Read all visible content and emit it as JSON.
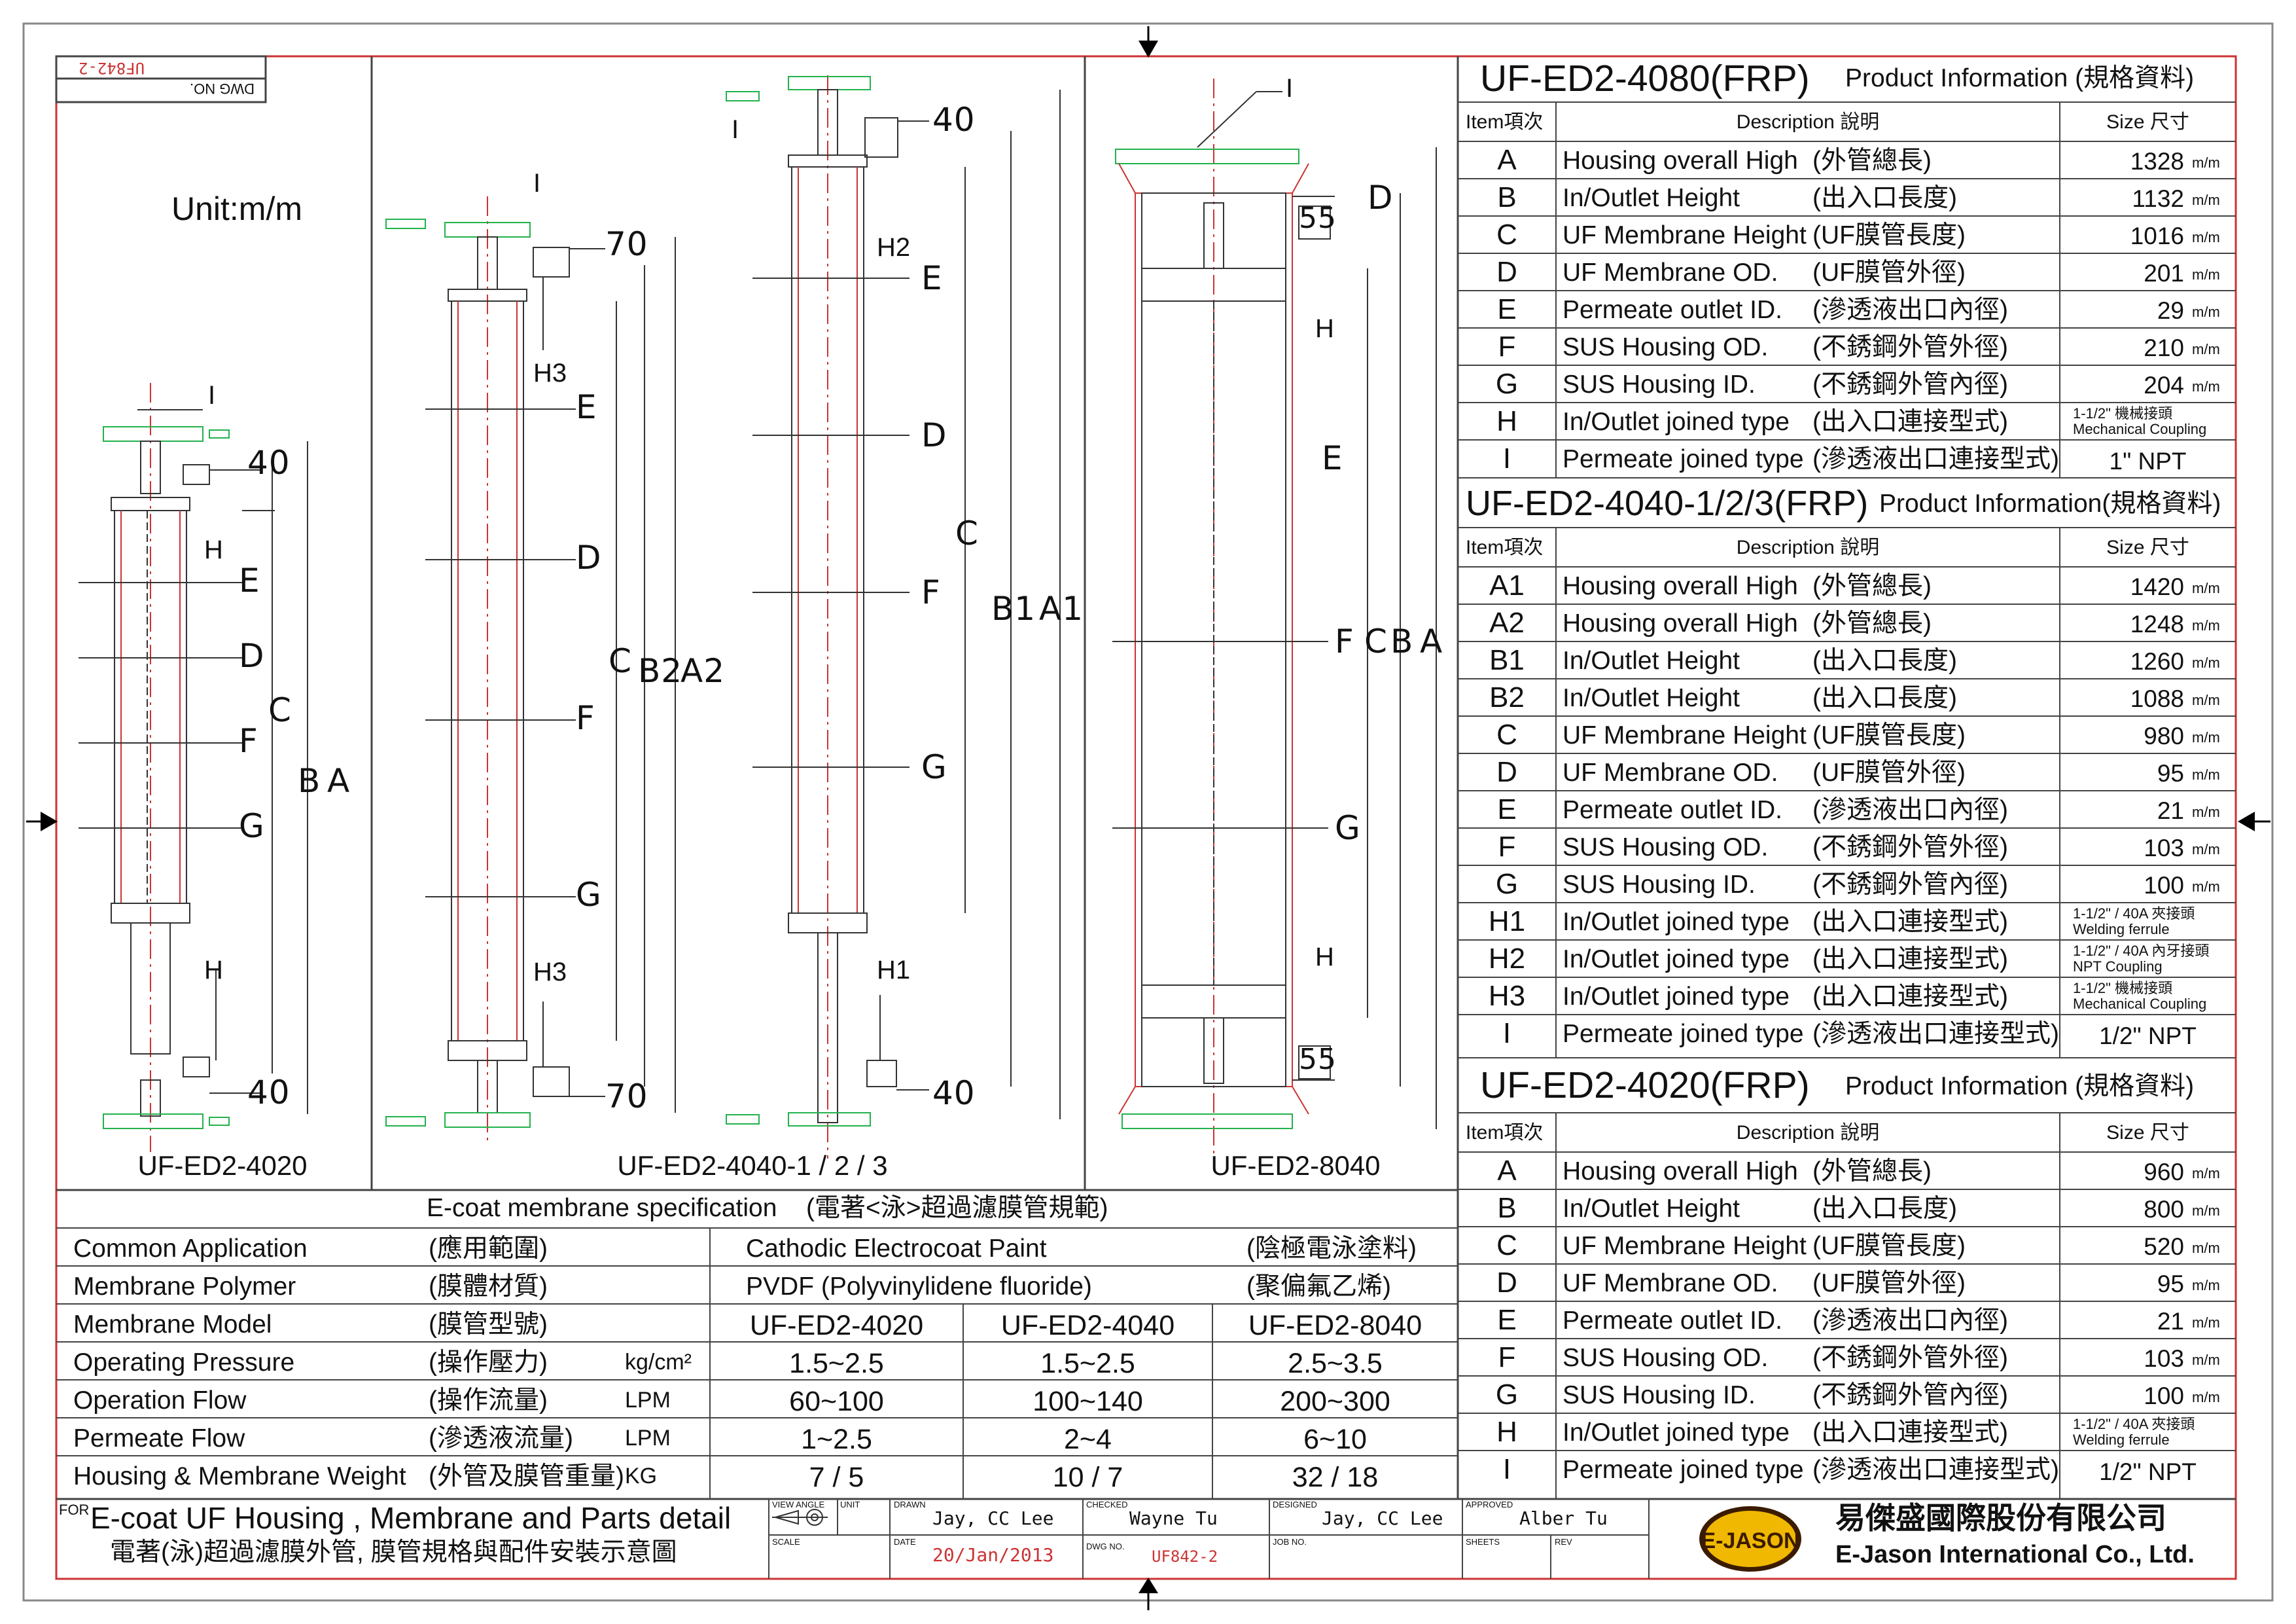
{
  "colors": {
    "frame": "#555555",
    "red": "#cc2222",
    "green": "#22b24c",
    "logo_bg": "#f0b800",
    "logo_ring": "#3b1b00"
  },
  "drawing": {
    "dwg_no_label": "DWG NO.",
    "dwg_no": "UF842-2",
    "unit": "Unit:m/m",
    "views": [
      {
        "name": "UF-ED2-4020",
        "dims": {
          "top": "40",
          "bottom": "40"
        },
        "labels": [
          "I",
          "H",
          "E",
          "D",
          "C",
          "F",
          "G",
          "H",
          "B",
          "A"
        ]
      },
      {
        "name": "UF-ED2-4040-1 / 2 / 3",
        "dims": {
          "top": "70",
          "bottom": "70"
        },
        "labels": [
          "I",
          "H3",
          "E",
          "D",
          "C",
          "B2",
          "A2",
          "F",
          "G",
          "H3"
        ]
      },
      {
        "name": "",
        "dims": {
          "top": "40",
          "bottom": "40"
        },
        "labels": [
          "I",
          "H2",
          "E",
          "D",
          "C",
          "B1",
          "A1",
          "F",
          "G",
          "H1"
        ]
      },
      {
        "name": "UF-ED2-8040",
        "dims": {
          "top": "55",
          "bottom": "55"
        },
        "labels": [
          "I",
          "D",
          "H",
          "E",
          "F",
          "C",
          "B",
          "A",
          "G",
          "H"
        ]
      }
    ]
  },
  "tables": [
    {
      "title": "UF-ED2-4080(FRP)",
      "subtitle": "Product Information (規格資料)",
      "header": {
        "item": "Item項次",
        "description": "Description  說明",
        "size": "Size 尺寸"
      },
      "rows": [
        {
          "item": "A",
          "en": "Housing overall High",
          "cn": "(外管總長)",
          "size": "1328",
          "unit": "m/m"
        },
        {
          "item": "B",
          "en": "In/Outlet Height",
          "cn": "(出入口長度)",
          "size": "1132",
          "unit": "m/m"
        },
        {
          "item": "C",
          "en": "UF Membrane Height",
          "cn": "(UF膜管長度)",
          "size": "1016",
          "unit": "m/m"
        },
        {
          "item": "D",
          "en": "UF Membrane OD.",
          "cn": "(UF膜管外徑)",
          "size": "201",
          "unit": "m/m"
        },
        {
          "item": "E",
          "en": "Permeate outlet ID.",
          "cn": "(滲透液出口內徑)",
          "size": "29",
          "unit": "m/m"
        },
        {
          "item": "F",
          "en": "SUS Housing OD.",
          "cn": "(不銹鋼外管外徑)",
          "size": "210",
          "unit": "m/m"
        },
        {
          "item": "G",
          "en": "SUS Housing ID.",
          "cn": "(不銹鋼外管內徑)",
          "size": "204",
          "unit": "m/m"
        },
        {
          "item": "H",
          "en": "In/Outlet joined type",
          "cn": "(出入口連接型式)",
          "size_a": "1-1/2\"     機械接頭",
          "size_b": "Mechanical Coupling"
        },
        {
          "item": "I",
          "en": "Permeate joined type",
          "cn": "(滲透液出口連接型式)",
          "size": "1\" NPT"
        }
      ]
    },
    {
      "title": "UF-ED2-4040-1/2/3(FRP)",
      "subtitle": "Product Information(規格資料)",
      "header": {
        "item": "Item項次",
        "description": "Description  說明",
        "size": "Size 尺寸"
      },
      "rows": [
        {
          "item": "A1",
          "en": "Housing overall High",
          "cn": "(外管總長)",
          "size": "1420",
          "unit": "m/m"
        },
        {
          "item": "A2",
          "en": "Housing overall High",
          "cn": "(外管總長)",
          "size": "1248",
          "unit": "m/m"
        },
        {
          "item": "B1",
          "en": "In/Outlet Height",
          "cn": "(出入口長度)",
          "size": "1260",
          "unit": "m/m"
        },
        {
          "item": "B2",
          "en": "In/Outlet Height",
          "cn": "(出入口長度)",
          "size": "1088",
          "unit": "m/m"
        },
        {
          "item": "C",
          "en": "UF Membrane Height",
          "cn": "(UF膜管長度)",
          "size": "980",
          "unit": "m/m"
        },
        {
          "item": "D",
          "en": "UF Membrane OD.",
          "cn": "(UF膜管外徑)",
          "size": "95",
          "unit": "m/m"
        },
        {
          "item": "E",
          "en": "Permeate outlet ID.",
          "cn": "(滲透液出口內徑)",
          "size": "21",
          "unit": "m/m"
        },
        {
          "item": "F",
          "en": "SUS Housing OD.",
          "cn": "(不銹鋼外管外徑)",
          "size": "103",
          "unit": "m/m"
        },
        {
          "item": "G",
          "en": "SUS Housing ID.",
          "cn": "(不銹鋼外管內徑)",
          "size": "100",
          "unit": "m/m"
        },
        {
          "item": "H1",
          "en": "In/Outlet joined type",
          "cn": "(出入口連接型式)",
          "size_a": "1-1/2\" / 40A  夾接頭",
          "size_b": "Welding ferrule"
        },
        {
          "item": "H2",
          "en": "In/Outlet joined type",
          "cn": "(出入口連接型式)",
          "size_a": "1-1/2\" / 40A  內牙接頭",
          "size_b": "NPT Coupling"
        },
        {
          "item": "H3",
          "en": "In/Outlet joined type",
          "cn": "(出入口連接型式)",
          "size_a": "1-1/2\"     機械接頭",
          "size_b": "Mechanical Coupling"
        },
        {
          "item": "I",
          "en": "Permeate joined type",
          "cn": "(滲透液出口連接型式)",
          "size": "1/2\" NPT"
        }
      ]
    },
    {
      "title": "UF-ED2-4020(FRP)",
      "subtitle": "Product Information (規格資料)",
      "header": {
        "item": "Item項次",
        "description": "Description  說明",
        "size": "Size 尺寸"
      },
      "rows": [
        {
          "item": "A",
          "en": "Housing overall High",
          "cn": "(外管總長)",
          "size": "960",
          "unit": "m/m"
        },
        {
          "item": "B",
          "en": "In/Outlet Height",
          "cn": "(出入口長度)",
          "size": "800",
          "unit": "m/m"
        },
        {
          "item": "C",
          "en": "UF Membrane Height",
          "cn": "(UF膜管長度)",
          "size": "520",
          "unit": "m/m"
        },
        {
          "item": "D",
          "en": "UF Membrane OD.",
          "cn": "(UF膜管外徑)",
          "size": "95",
          "unit": "m/m"
        },
        {
          "item": "E",
          "en": "Permeate outlet ID.",
          "cn": "(滲透液出口內徑)",
          "size": "21",
          "unit": "m/m"
        },
        {
          "item": "F",
          "en": "SUS Housing OD.",
          "cn": "(不銹鋼外管外徑)",
          "size": "103",
          "unit": "m/m"
        },
        {
          "item": "G",
          "en": "SUS Housing ID.",
          "cn": "(不銹鋼外管內徑)",
          "size": "100",
          "unit": "m/m"
        },
        {
          "item": "H",
          "en": "In/Outlet joined type",
          "cn": "(出入口連接型式)",
          "size_a": "1-1/2\" / 40A  夾接頭",
          "size_b": "Welding ferrule"
        },
        {
          "item": "I",
          "en": "Permeate joined type",
          "cn": "(滲透液出口連接型式)",
          "size": "1/2\" NPT"
        }
      ]
    }
  ],
  "spec": {
    "title": "E-coat membrane specification",
    "title_cn": "(電著<泳>超過濾膜管規範)",
    "rows": [
      {
        "en": "Common Application",
        "cn": "(應用範圍)",
        "unit": "",
        "value": "Cathodic Electrocoat Paint",
        "value_cn": "(陰極電泳塗料)"
      },
      {
        "en": "Membrane Polymer",
        "cn": "(膜體材質)",
        "unit": "",
        "value": "PVDF (Polyvinylidene fluoride)",
        "value_cn": "(聚偏氟乙烯)"
      },
      {
        "en": "Membrane Model",
        "cn": "(膜管型號)",
        "unit": "",
        "cols": [
          "UF-ED2-4020",
          "UF-ED2-4040",
          "UF-ED2-8040"
        ]
      },
      {
        "en": "Operating Pressure",
        "cn": "(操作壓力)",
        "unit": "kg/cm²",
        "cols": [
          "1.5~2.5",
          "1.5~2.5",
          "2.5~3.5"
        ]
      },
      {
        "en": "Operation Flow",
        "cn": "(操作流量)",
        "unit": "LPM",
        "cols": [
          "60~100",
          "100~140",
          "200~300"
        ]
      },
      {
        "en": "Permeate Flow",
        "cn": "(滲透液流量)",
        "unit": "LPM",
        "cols": [
          "1~2.5",
          "2~4",
          "6~10"
        ]
      },
      {
        "en": "Housing & Membrane Weight",
        "cn": "(外管及膜管重量)",
        "unit": "KG",
        "cols": [
          "7  /  5",
          "10   /  7",
          "32  / 18"
        ]
      }
    ]
  },
  "title_block": {
    "for": "FOR",
    "title_en": "E-coat UF Housing , Membrane and Parts detail",
    "title_cn": "電著(泳)超過濾膜外管, 膜管規格與配件安裝示意圖",
    "view_angle": "VIEW ANGLE",
    "unit": "UNIT",
    "scale": "SCALE",
    "drawn_label": "DRAWN",
    "drawn": "Jay, CC Lee",
    "checked_label": "CHECKED",
    "checked": "Wayne Tu",
    "designed_label": "DESIGNED",
    "designed": "Jay, CC Lee",
    "approved_label": "APPROVED",
    "approved": "Alber Tu",
    "date_label": "DATE",
    "date": "20/Jan/2013",
    "dwg_no_label": "DWG NO.",
    "dwg_no": "UF842-2",
    "job_no_label": "JOB NO.",
    "sheets_label": "SHEETS",
    "rev_label": "REV",
    "company_cn": "易傑盛國際股份有限公司",
    "company_en": "E-Jason International Co., Ltd.",
    "logo_text": "E-JASON"
  }
}
